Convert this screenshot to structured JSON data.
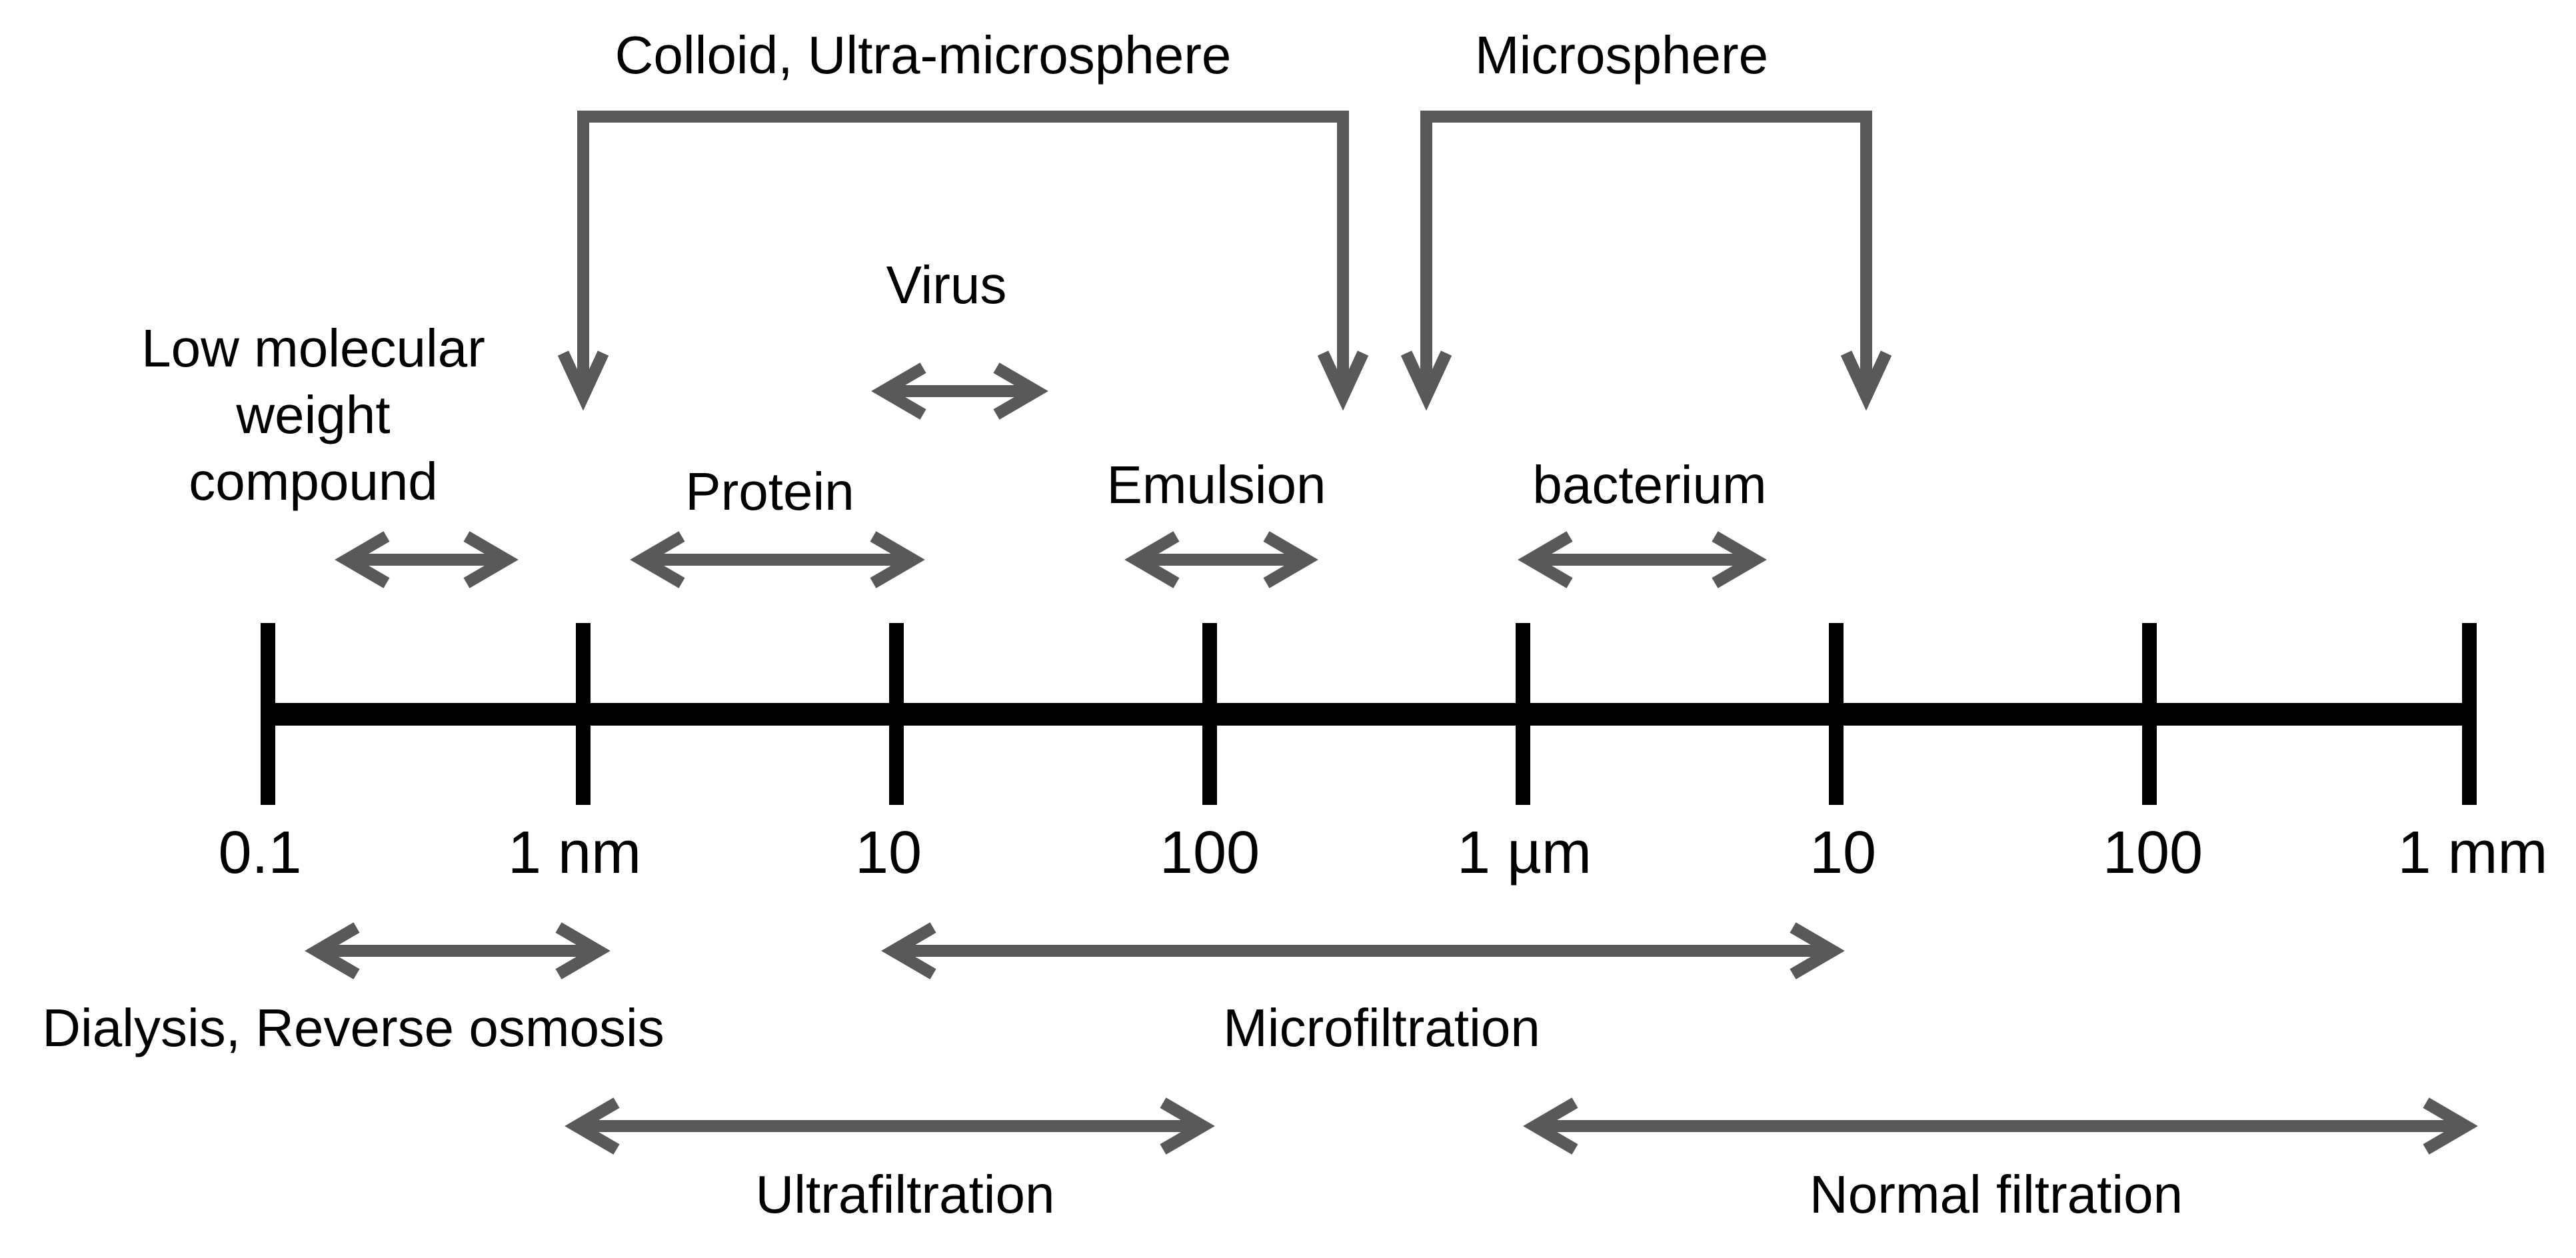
{
  "colors": {
    "axis": "#000000",
    "arrow": "#595959",
    "text": "#000000"
  },
  "axis": {
    "tick_labels": [
      "0.1",
      "1 nm",
      "10",
      "100",
      "1 µm",
      "10",
      "100",
      "1 mm"
    ]
  },
  "groups": {
    "colloid": "Colloid, Ultra-microsphere",
    "microsphere": "Microsphere"
  },
  "particles": {
    "virus": "Virus",
    "low_mw_1": "Low molecular",
    "low_mw_2": "weight",
    "low_mw_3": "compound",
    "protein": "Protein",
    "emulsion": "Emulsion",
    "bacterium": "bacterium"
  },
  "methods": {
    "dialysis": "Dialysis, Reverse osmosis",
    "microfiltration": "Microfiltration",
    "ultrafiltration": "Ultrafiltration",
    "normal_filtration": "Normal filtration"
  }
}
